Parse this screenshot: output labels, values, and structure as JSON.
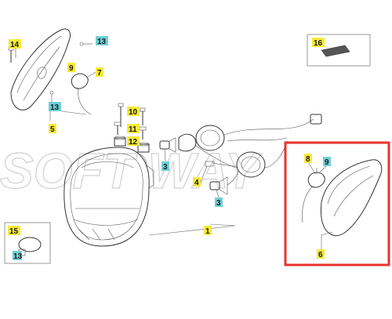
{
  "callouts": [
    {
      "id": "c14",
      "text": "14",
      "color": "#f5ea3a"
    },
    {
      "id": "c13a",
      "text": "13",
      "color": "#6fd0d6"
    },
    {
      "id": "c9a",
      "text": "9",
      "color": "#f5ea3a"
    },
    {
      "id": "c7",
      "text": "7",
      "color": "#f5ea3a"
    },
    {
      "id": "c13b",
      "text": "13",
      "color": "#6fd0d6"
    },
    {
      "id": "c5",
      "text": "5",
      "color": "#f5ea3a"
    },
    {
      "id": "c10",
      "text": "10",
      "color": "#f5ea3a"
    },
    {
      "id": "c11",
      "text": "11",
      "color": "#f5ea3a"
    },
    {
      "id": "c12",
      "text": "12",
      "color": "#f5ea3a"
    },
    {
      "id": "c3a",
      "text": "3",
      "color": "#6fd0d6"
    },
    {
      "id": "c4",
      "text": "4",
      "color": "#f5ea3a"
    },
    {
      "id": "c3b",
      "text": "3",
      "color": "#6fd0d6"
    },
    {
      "id": "c1",
      "text": "1",
      "color": "#f5ea3a"
    },
    {
      "id": "c16",
      "text": "16",
      "color": "#f5ea3a"
    },
    {
      "id": "c8",
      "text": "8",
      "color": "#f5ea3a"
    },
    {
      "id": "c9b",
      "text": "9",
      "color": "#6fd0d6"
    },
    {
      "id": "c6",
      "text": "6",
      "color": "#f5ea3a"
    },
    {
      "id": "c15",
      "text": "15",
      "color": "#f5ea3a"
    },
    {
      "id": "c13c",
      "text": "13",
      "color": "#6fd0d6"
    }
  ],
  "highlight_color": "#e8332e",
  "watermark": "SOFT WAY"
}
